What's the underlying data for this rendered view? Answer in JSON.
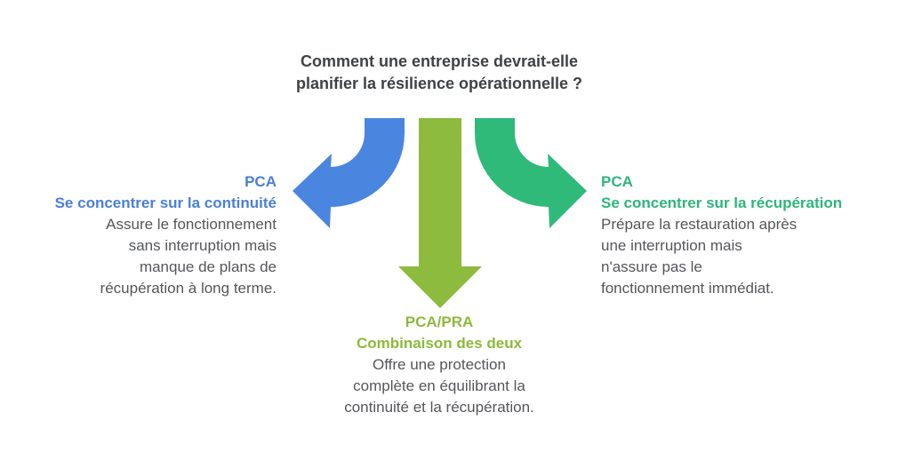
{
  "title": {
    "lines": [
      "Comment une entreprise devrait-elle",
      "planifier la résilience opérationnelle ?"
    ]
  },
  "branches": {
    "left": {
      "heading": "PCA",
      "subheading": "Se concentrer sur la continuité",
      "description": [
        "Assure le fonctionnement",
        "sans interruption mais",
        "manque de plans de",
        "récupération à long terme."
      ]
    },
    "right": {
      "heading": "PCA",
      "subheading": "Se concentrer sur la récupération",
      "description": [
        "Prépare la restauration après",
        "une interruption mais",
        "n'assure pas le",
        "fonctionnement immédiat."
      ]
    },
    "bottom": {
      "heading": "PCA/PRA",
      "subheading": "Combinaison des deux",
      "description": [
        "Offre une protection",
        "complète en équilibrant la",
        "continuité et la récupération."
      ]
    }
  },
  "icons": {
    "left_arrow": "curved-arrow-left",
    "down_arrow": "straight-arrow-down",
    "right_arrow": "curved-arrow-right"
  },
  "colors": {
    "arrow_blue": "#4a86e0",
    "arrow_lime": "#8cbb3d",
    "arrow_green": "#2fba79",
    "heading_blue": "#4a7fd9",
    "heading_green": "#2eb57b",
    "heading_lime": "#8cba3a",
    "title_text": "#3f4245",
    "body_text": "#54565a",
    "background": "#ffffff"
  }
}
